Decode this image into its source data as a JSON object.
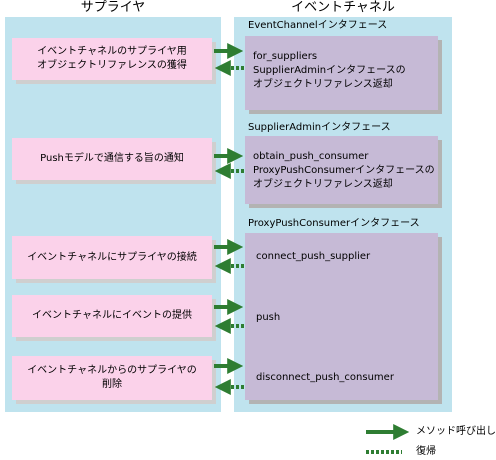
{
  "columns": {
    "supplier": "サプライヤ",
    "event_channel": "イベントチャネル"
  },
  "interfaces": [
    "EventChannelインタフェース",
    "SupplierAdminインタフェース",
    "ProxyPushConsumerインタフェース"
  ],
  "steps": [
    {
      "supplier_text": [
        "イベントチャネルのサプライヤ用",
        "オブジェクトリファレンスの獲得"
      ],
      "channel_text": [
        "for_suppliers",
        "SupplierAdminインタフェースの",
        "オブジェクトリファレンス返却"
      ]
    },
    {
      "supplier_text": [
        "Pushモデルで通信する旨の通知"
      ],
      "channel_text": [
        "obtain_push_consumer",
        "ProxyPushConsumerインタフェースの",
        "オブジェクトリファレンス返却"
      ]
    },
    {
      "supplier_text": [
        "イベントチャネルにサプライヤの接続"
      ],
      "channel_text": [
        "connect_push_supplier"
      ]
    },
    {
      "supplier_text": [
        "イベントチャネルにイベントの提供"
      ],
      "channel_text": [
        "push"
      ]
    },
    {
      "supplier_text": [
        "イベントチャネルからのサプライヤの",
        "削除"
      ],
      "channel_text": [
        "disconnect_push_consumer"
      ]
    }
  ],
  "legend": {
    "method_call": "メソッド呼び出し",
    "return": "復帰"
  },
  "colors": {
    "panel": "#bfe3ee",
    "supplier_box": "#fbd2ea",
    "channel_box": "#c6bad6",
    "arrow": "#2e7d32"
  }
}
